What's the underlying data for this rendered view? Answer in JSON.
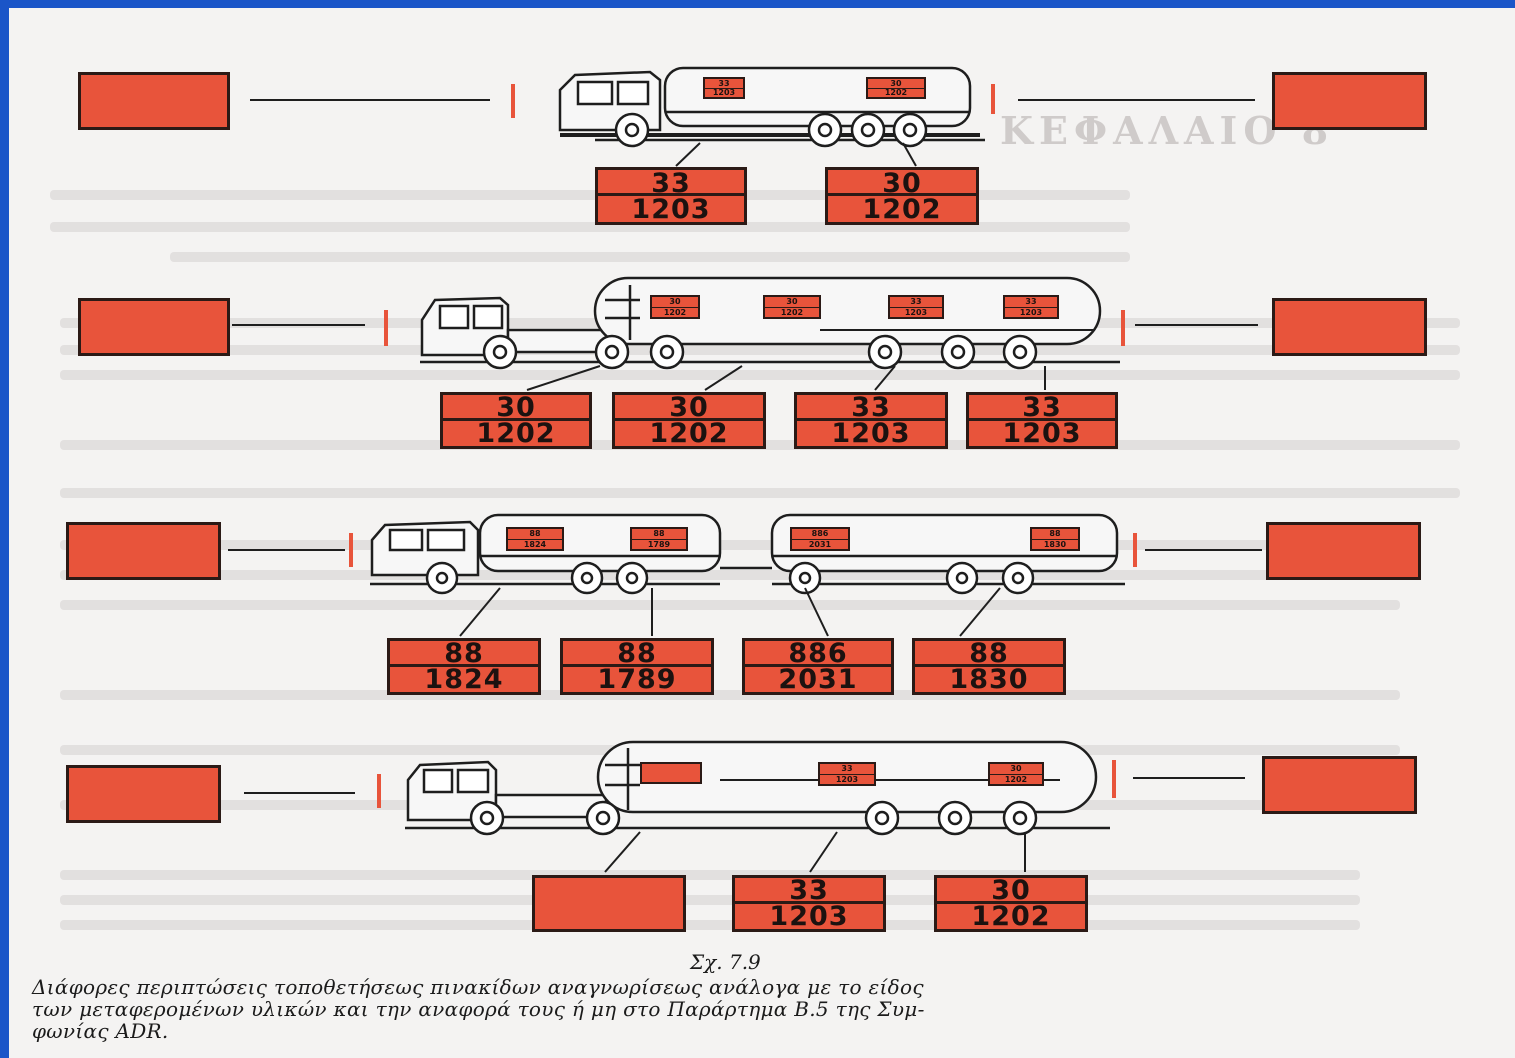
{
  "figure_label": "Σχ. 7.9",
  "caption_lines": [
    "Διάφορες περιπτώσεις τοποθετήσεως πινακίδων αναγνωρίσεως ανάλογα με το είδος",
    "των μεταφερομένων υλικών και την αναφορά τους ή μη στο Παράρτημα Β.5 της Συμ-",
    "φωνίας ADR."
  ],
  "background_heading": "ΚΕΦΑΛΑΙΟ 8",
  "colors": {
    "plate": "#e8543b",
    "frame": "#1a55c8",
    "ink": "#1c1210"
  },
  "rows": [
    {
      "vehicle": "rigid-tank-truck",
      "mini_plates": [
        {
          "hazard": "33",
          "un": "1203"
        },
        {
          "hazard": "30",
          "un": "1202"
        }
      ],
      "plates": [
        {
          "hazard": "33",
          "un": "1203"
        },
        {
          "hazard": "30",
          "un": "1202"
        }
      ]
    },
    {
      "vehicle": "tractor-semitrailer-tank",
      "mini_plates": [
        {
          "hazard": "30",
          "un": "1202"
        },
        {
          "hazard": "30",
          "un": "1202"
        },
        {
          "hazard": "33",
          "un": "1203"
        },
        {
          "hazard": "33",
          "un": "1203"
        }
      ],
      "plates": [
        {
          "hazard": "30",
          "un": "1202"
        },
        {
          "hazard": "30",
          "un": "1202"
        },
        {
          "hazard": "33",
          "un": "1203"
        },
        {
          "hazard": "33",
          "un": "1203"
        }
      ]
    },
    {
      "vehicle": "truck-with-tank-trailer",
      "mini_plates": [
        {
          "hazard": "88",
          "un": "1824"
        },
        {
          "hazard": "88",
          "un": "1789"
        },
        {
          "hazard": "886",
          "un": "2031"
        },
        {
          "hazard": "88",
          "un": "1830"
        }
      ],
      "plates": [
        {
          "hazard": "88",
          "un": "1824"
        },
        {
          "hazard": "88",
          "un": "1789"
        },
        {
          "hazard": "886",
          "un": "2031"
        },
        {
          "hazard": "88",
          "un": "1830"
        }
      ]
    },
    {
      "vehicle": "tractor-semitrailer-tank-3",
      "mini_plates": [
        {
          "hazard": "33",
          "un": "1203"
        },
        {
          "hazard": "30",
          "un": "1202"
        }
      ],
      "plates": [
        {
          "hazard": "33",
          "un": "1203"
        },
        {
          "hazard": "30",
          "un": "1202"
        }
      ]
    }
  ]
}
